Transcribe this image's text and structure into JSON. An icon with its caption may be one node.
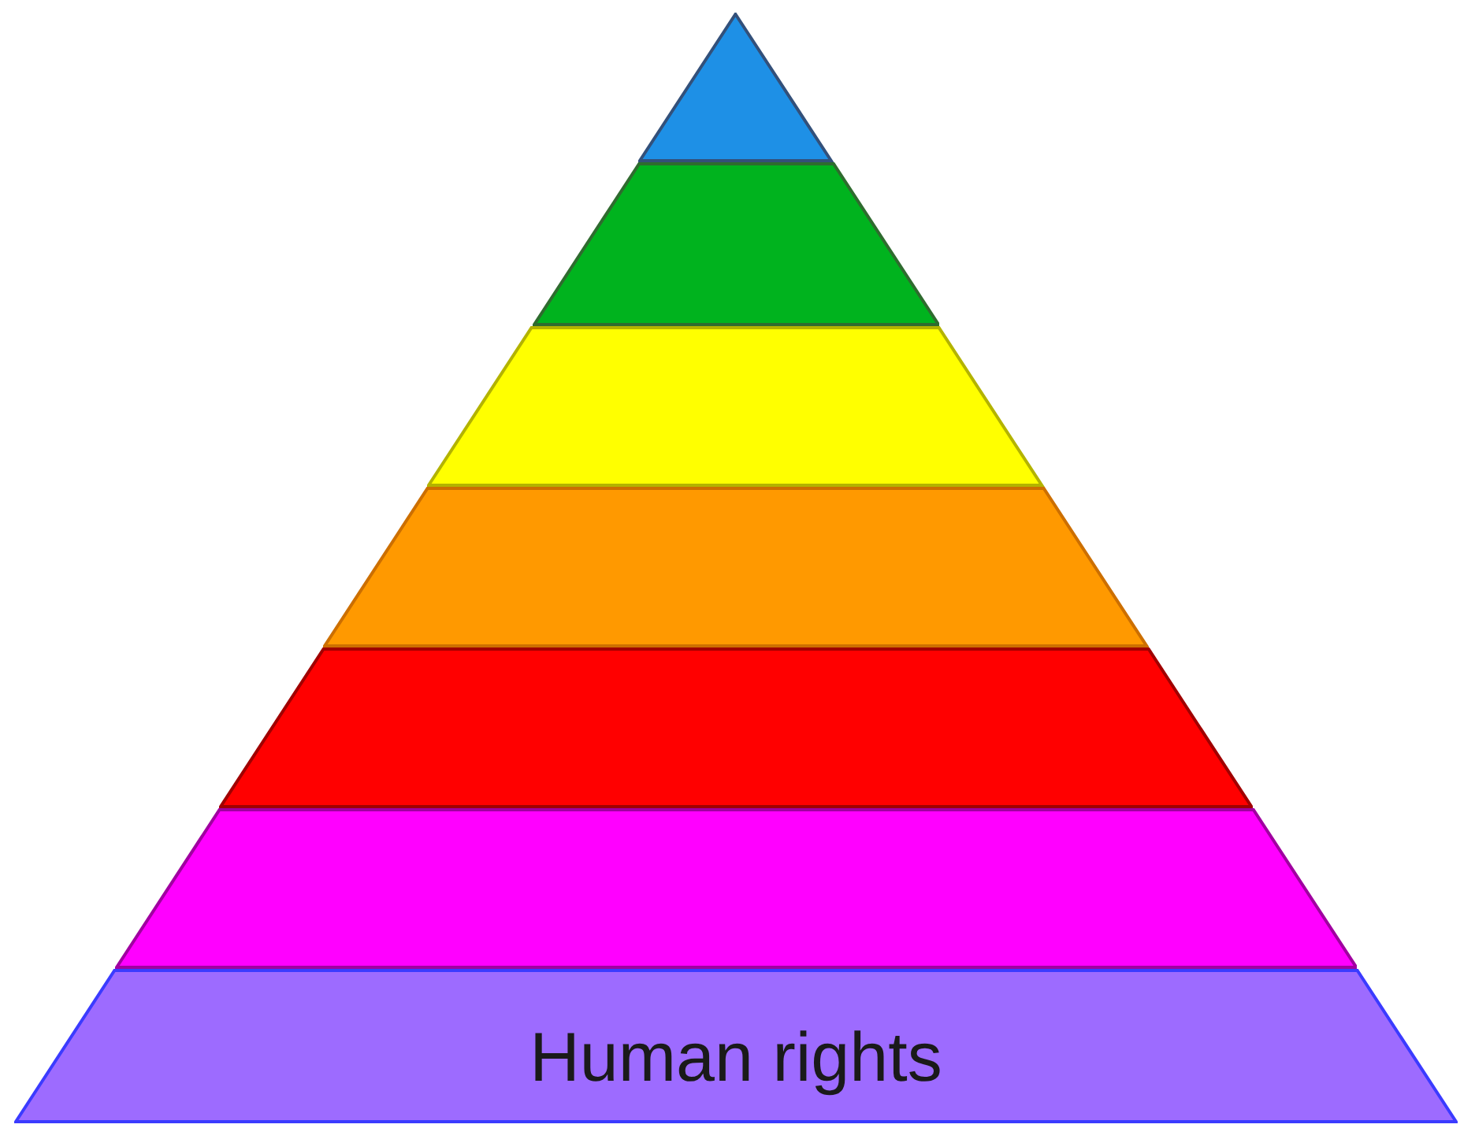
{
  "diagram": {
    "nodes": [
      {
        "text": [],
        "shape": "triangle"
      },
      {
        "text": [],
        "shape": "trapezoid"
      },
      {
        "text": [],
        "shape": "trapezoid"
      },
      {
        "text": [],
        "shape": "trapezoid"
      },
      {
        "text": [],
        "shape": "trapezoid"
      },
      {
        "text": [],
        "shape": "trapezoid"
      },
      {
        "text": [
          "Human rights"
        ]
      }
    ]
  }
}
